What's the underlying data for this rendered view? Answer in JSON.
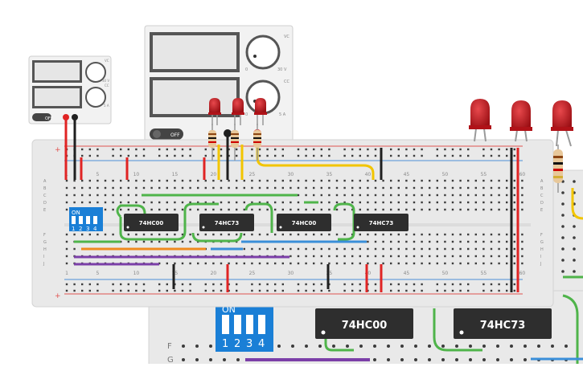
{
  "colors": {
    "board": "#e9e9e9",
    "board_edge": "#d4d4d4",
    "hole": "#3c3c3c",
    "rail_red": "#e0524f",
    "rail_blue": "#4d8fd6",
    "wire_red": "#e02424",
    "wire_black": "#1f1f1f",
    "wire_green": "#4fb44a",
    "wire_yellow": "#f2c500",
    "wire_orange": "#ef8a1e",
    "wire_blue": "#3a8fd9",
    "wire_purple": "#7b3fa8",
    "chip": "#2e2e2e",
    "led": "#c0171c",
    "dip": "#1a7fd6",
    "psu": "#f2f2f2",
    "lcd": "#e6e6e6"
  },
  "psu_small": {
    "knob1_label": "30 V",
    "knob2_label": "5 A",
    "vc": "VC",
    "cc": "CC",
    "off": "OFF"
  },
  "psu_large": {
    "knob1_label": "30 V",
    "knob1_zero": "0",
    "knob2_label": "5 A",
    "knob2_zero": "0",
    "vc": "VC",
    "cc": "CC",
    "off": "OFF"
  },
  "columns_top": [
    "1",
    "5",
    "10",
    "15",
    "20",
    "25",
    "30",
    "35",
    "40",
    "45",
    "50",
    "55",
    "60"
  ],
  "columns_bottom": [
    "1",
    "5",
    "10",
    "15",
    "20",
    "25",
    "30",
    "35",
    "40",
    "45",
    "50",
    "55",
    "60"
  ],
  "rows_left": [
    "A",
    "B",
    "C",
    "D",
    "E",
    "F",
    "G",
    "H",
    "I",
    "J"
  ],
  "rows_right": [
    "A",
    "B",
    "C",
    "D",
    "E",
    "F",
    "G",
    "H",
    "I",
    "J"
  ],
  "rail_plus": "+",
  "rail_minus": "-",
  "chips": [
    "74HC00",
    "74HC73",
    "74HC00",
    "74HC73"
  ],
  "dip_switch": {
    "on_label": "ON",
    "numbers": [
      "1",
      "2",
      "3",
      "4"
    ]
  },
  "lower_board": {
    "chips": [
      "74HC00",
      "74HC73"
    ],
    "dip_on_label": "ON",
    "dip_numbers": [
      "1",
      "2",
      "3",
      "4"
    ],
    "row_labels": [
      "F",
      "G"
    ]
  }
}
